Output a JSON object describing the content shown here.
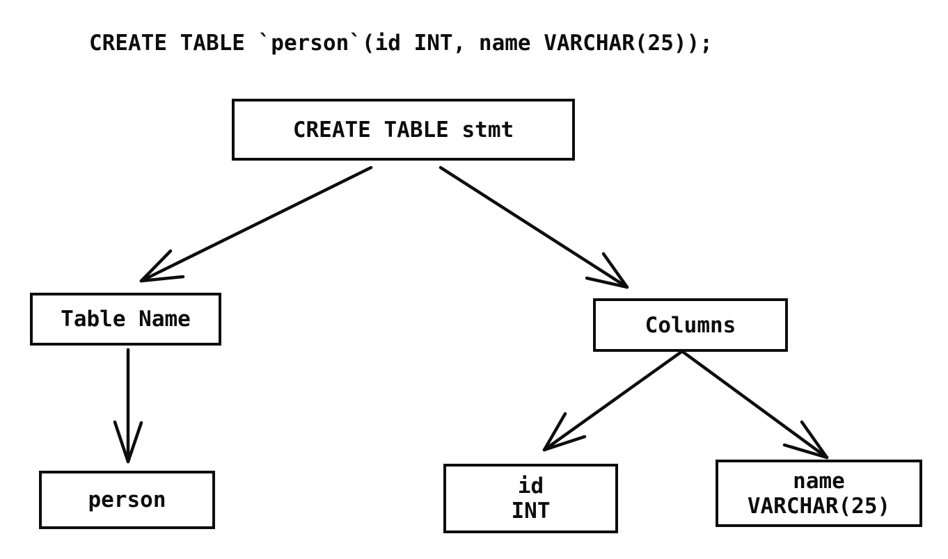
{
  "page": {
    "background_color": "#ffffff",
    "line_color": "#0d0d0d",
    "text_color": "#0d0d0d"
  },
  "sql_statement": "CREATE TABLE `person`(id INT, name VARCHAR(25));",
  "nodes": {
    "stmt": {
      "label": "CREATE TABLE stmt"
    },
    "table_name": {
      "label": "Table Name"
    },
    "columns": {
      "label": "Columns"
    },
    "person": {
      "label": "person"
    },
    "id_col": {
      "line1": "id",
      "line2": "INT"
    },
    "name_col": {
      "line1": "name",
      "line2": "VARCHAR(25)"
    }
  },
  "edges": [
    {
      "from": "stmt",
      "to": "table_name"
    },
    {
      "from": "stmt",
      "to": "columns"
    },
    {
      "from": "table_name",
      "to": "person"
    },
    {
      "from": "columns",
      "to": "id_col"
    },
    {
      "from": "columns",
      "to": "name_col"
    }
  ]
}
